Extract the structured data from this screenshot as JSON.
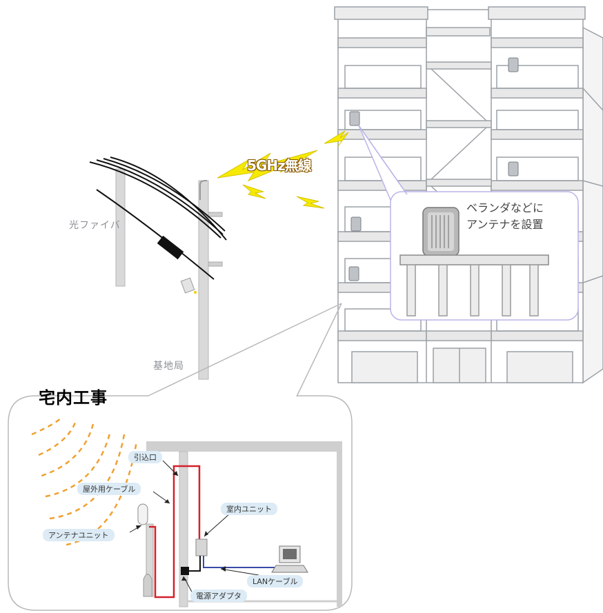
{
  "labels": {
    "wireless": "5GHz無線",
    "fiber": "光ファイバ",
    "base_station": "基地局",
    "callout_line1": "ベランダなどに",
    "callout_line2": "アンテナを設置",
    "section_title": "宅内工事"
  },
  "interior_labels": {
    "entry": "引込口",
    "outdoor_cable": "屋外用ケーブル",
    "antenna_unit": "アンテナユニット",
    "indoor_unit": "室内ユニット",
    "lan_cable": "LANケーブル",
    "power_adapter": "電源アダプタ"
  },
  "colors": {
    "outdoor_cable": "#d4202a",
    "lan_cable": "#3a4aa8",
    "lightning": "#f4e400",
    "signal_waves": "#f0a030",
    "pill_bg": "#dcebf5"
  }
}
